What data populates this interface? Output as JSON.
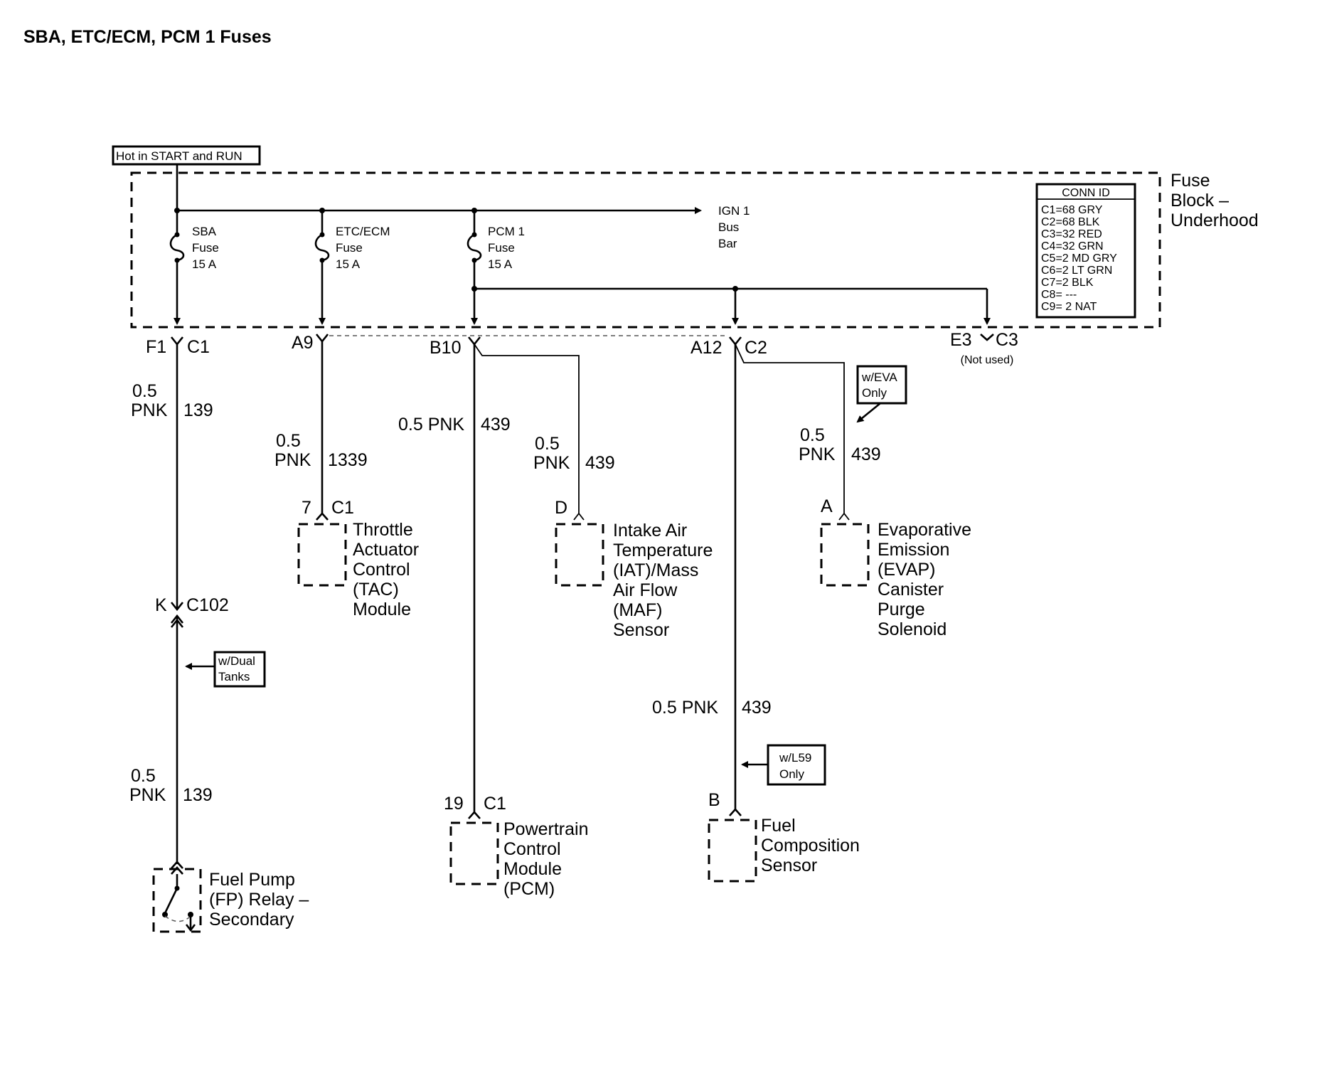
{
  "title": "SBA, ETC/ECM, PCM 1 Fuses",
  "power_source": "Hot in START and RUN",
  "fuse_block": {
    "label_lines": [
      "Fuse",
      "Block –",
      "Underhood"
    ],
    "fuses": [
      {
        "lines": [
          "SBA",
          "Fuse",
          "15 A"
        ]
      },
      {
        "lines": [
          "ETC/ECM",
          "Fuse",
          "15 A"
        ]
      },
      {
        "lines": [
          "PCM 1",
          "Fuse",
          "15 A"
        ]
      }
    ],
    "bus_bar_lines": [
      "IGN 1",
      "Bus",
      "Bar"
    ]
  },
  "conn_id": {
    "header": "CONN ID",
    "rows": [
      "C1=68 GRY",
      "C2=68 BLK",
      "C3=32 RED",
      "C4=32 GRN",
      "C5=2 MD GRY",
      "C6=2 LT GRN",
      "C7=2 BLK",
      "C8= ---",
      "C9= 2 NAT"
    ]
  },
  "terminals": {
    "f1": "F1",
    "c1": "C1",
    "a9": "A9",
    "b10": "B10",
    "a12": "A12",
    "c2": "C2",
    "e3": "E3",
    "c3": "C3",
    "not_used": "(Not used)"
  },
  "wires": {
    "w1_top": {
      "size": "0.5",
      "color": "PNK",
      "circuit": "139"
    },
    "w2": {
      "size": "0.5",
      "color": "PNK",
      "circuit": "1339"
    },
    "w3": {
      "text": "0.5 PNK",
      "circuit": "439"
    },
    "w4": {
      "size": "0.5",
      "color": "PNK",
      "circuit": "439"
    },
    "w5": {
      "size": "0.5",
      "color": "PNK",
      "circuit": "439"
    },
    "w6": {
      "text": "0.5 PNK",
      "circuit": "439"
    },
    "w1_bottom": {
      "size": "0.5",
      "color": "PNK",
      "circuit": "139"
    }
  },
  "notes": {
    "eva": [
      "w/EVA",
      "Only"
    ],
    "dual_tanks": [
      "w/Dual",
      "Tanks"
    ],
    "l59": [
      "w/L59",
      "Only"
    ]
  },
  "inline_connector": {
    "pin": "K",
    "id": "C102"
  },
  "components": {
    "tac": {
      "pin": "7",
      "conn": "C1",
      "lines": [
        "Throttle",
        "Actuator",
        "Control",
        "(TAC)",
        "Module"
      ]
    },
    "iat": {
      "pin": "D",
      "lines": [
        "Intake Air",
        "Temperature",
        "(IAT)/Mass",
        "Air Flow",
        "(MAF)",
        "Sensor"
      ]
    },
    "evap": {
      "pin": "A",
      "lines": [
        "Evaporative",
        "Emission",
        "(EVAP)",
        "Canister",
        "Purge",
        "Solenoid"
      ]
    },
    "pcm": {
      "pin": "19",
      "conn": "C1",
      "lines": [
        "Powertrain",
        "Control",
        "Module",
        "(PCM)"
      ]
    },
    "fcs": {
      "pin": "B",
      "lines": [
        "Fuel",
        "Composition",
        "Sensor"
      ]
    },
    "fp_relay": {
      "lines": [
        "Fuel Pump",
        "(FP) Relay –",
        "Secondary"
      ]
    }
  }
}
